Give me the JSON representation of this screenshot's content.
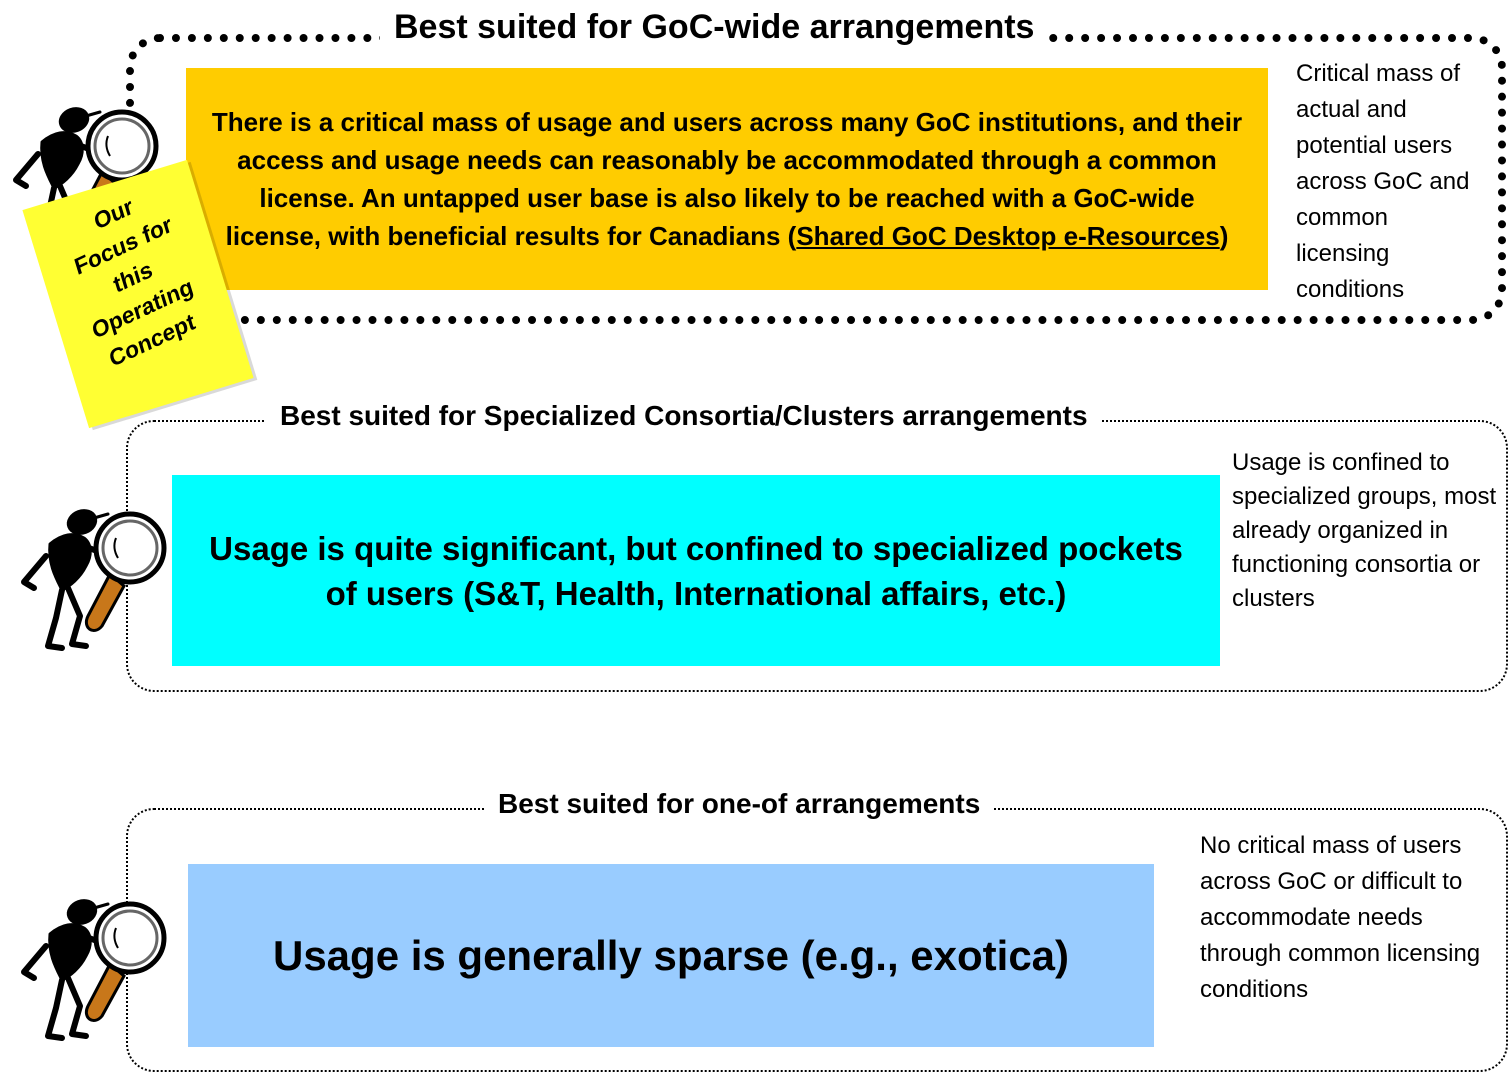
{
  "sections": [
    {
      "title": "Best suited for GoC-wide arrangements",
      "box_text": "There is a critical mass of usage and users across many GoC institutions, and their access and usage needs can reasonably be accommodated through a common license.  An untapped user base is also likely to be reached with a GoC-wide license, with beneficial results for Canadians (",
      "box_link": "Shared GoC Desktop e-Resources",
      "box_text_end": ")",
      "box_color": "#ffcc00",
      "note": "Critical mass of actual and potential users across GoC and common licensing conditions"
    },
    {
      "title": "Best suited for Specialized Consortia/Clusters arrangements",
      "box_text": "Usage is quite significant, but confined to specialized pockets of users (S&T, Health, International affairs, etc.)",
      "box_color": "#00ffff",
      "note": "Usage is confined to specialized groups, most already organized in functioning consortia or clusters"
    },
    {
      "title": "Best suited for one-of arrangements",
      "box_text": "Usage is generally sparse (e.g., exotica)",
      "box_color": "#99ccff",
      "note": "No critical mass of users across GoC or difficult to accommodate needs through common licensing conditions"
    }
  ],
  "sticky_note": {
    "lines": [
      "Our",
      "Focus for",
      "this",
      "Operating",
      "Concept"
    ],
    "color": "#ffff33"
  },
  "icons": [
    "person-with-magnifier-icon"
  ]
}
